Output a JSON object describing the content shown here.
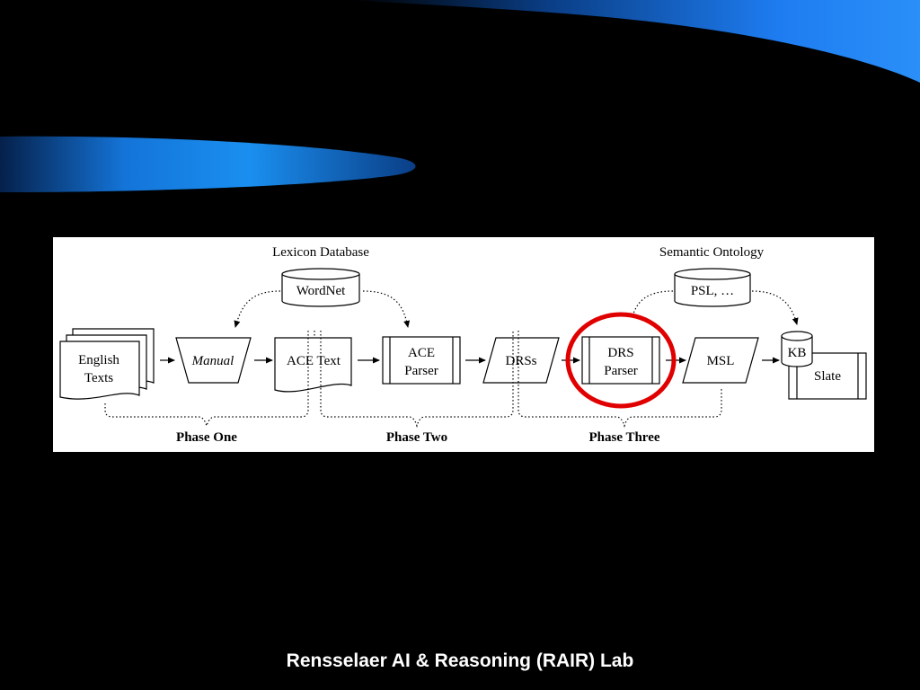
{
  "footer": {
    "lab_name": "Rensselaer AI & Reasoning (RAIR) Lab"
  },
  "diagram": {
    "databases": {
      "lexicon_label": "Lexicon Database",
      "lexicon_name": "WordNet",
      "ontology_label": "Semantic Ontology",
      "ontology_name": "PSL, …"
    },
    "nodes": {
      "english_texts": [
        "English",
        "Texts"
      ],
      "manual": "Manual",
      "ace_text": "ACE Text",
      "ace_parser": [
        "ACE",
        "Parser"
      ],
      "drss": "DRSs",
      "drs_parser": [
        "DRS",
        "Parser"
      ],
      "msl": "MSL",
      "kb": "KB",
      "slate": "Slate"
    },
    "phases": {
      "one": "Phase One",
      "two": "Phase Two",
      "three": "Phase Three"
    },
    "highlight": {
      "target": "drs_parser",
      "color": "#e00000"
    }
  },
  "colors": {
    "background": "#000000",
    "swoosh": "#1a8ff0",
    "footer_text": "#ffffff"
  }
}
